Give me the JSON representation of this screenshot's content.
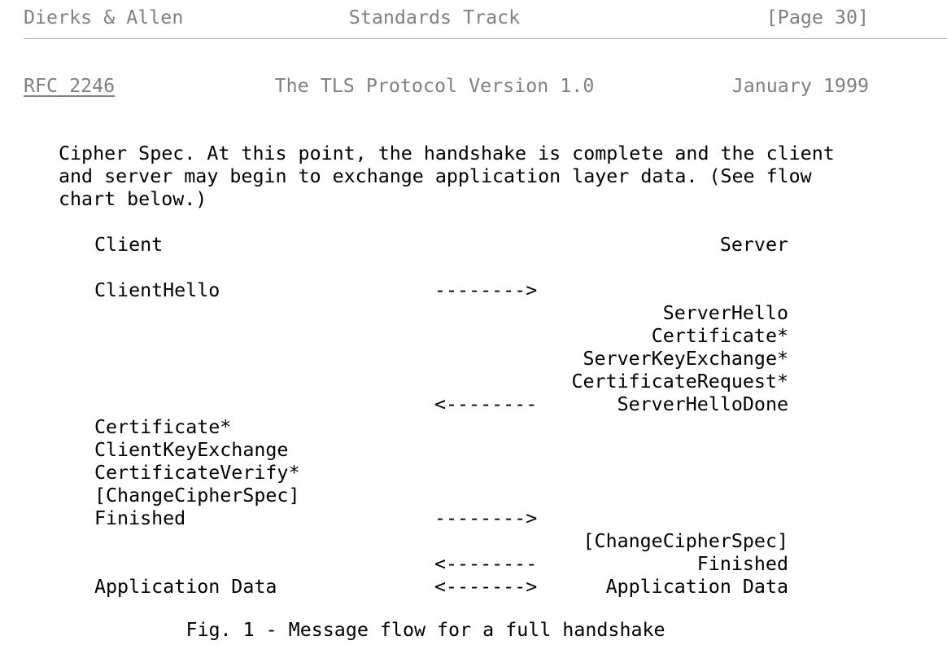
{
  "header": {
    "left": "Dierks & Allen",
    "center": "Standards Track",
    "right": "[Page 30]"
  },
  "doc_line": {
    "rfc_label": "RFC 2246",
    "title": "The TLS Protocol Version 1.0",
    "date": "January 1999"
  },
  "body": {
    "paragraph": "Cipher Spec. At this point, the handshake is complete and the client\nand server may begin to exchange application layer data. (See flow\nchart below.)"
  },
  "flow": {
    "rows": [
      {
        "client": "Client",
        "arrow": "",
        "server": "Server"
      },
      {
        "client": "",
        "arrow": "",
        "server": ""
      },
      {
        "client": "ClientHello",
        "arrow": "-------->",
        "server": ""
      },
      {
        "client": "",
        "arrow": "",
        "server": "ServerHello"
      },
      {
        "client": "",
        "arrow": "",
        "server": "Certificate*"
      },
      {
        "client": "",
        "arrow": "",
        "server": "ServerKeyExchange*"
      },
      {
        "client": "",
        "arrow": "",
        "server": "CertificateRequest*"
      },
      {
        "client": "",
        "arrow": "<--------",
        "server": "ServerHelloDone"
      },
      {
        "client": "Certificate*",
        "arrow": "",
        "server": ""
      },
      {
        "client": "ClientKeyExchange",
        "arrow": "",
        "server": ""
      },
      {
        "client": "CertificateVerify*",
        "arrow": "",
        "server": ""
      },
      {
        "client": "[ChangeCipherSpec]",
        "arrow": "",
        "server": ""
      },
      {
        "client": "Finished",
        "arrow": "-------->",
        "server": ""
      },
      {
        "client": "",
        "arrow": "",
        "server": "[ChangeCipherSpec]"
      },
      {
        "client": "",
        "arrow": "<--------",
        "server": "Finished"
      },
      {
        "client": "Application Data",
        "arrow": "<------->",
        "server": "Application Data"
      }
    ]
  },
  "figure": {
    "caption": "Fig. 1 - Message flow for a full handshake"
  },
  "colors": {
    "header_text": "#808080",
    "body_text": "#000000",
    "rule": "#b0b0b0",
    "background": "#ffffff"
  }
}
